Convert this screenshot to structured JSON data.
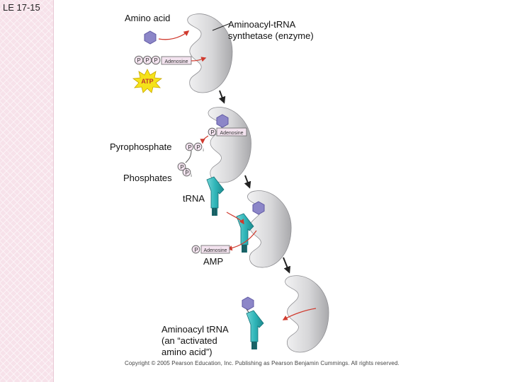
{
  "slide_label": "LE 17-15",
  "labels": {
    "amino_acid": "Amino acid",
    "synthetase_line1": "Aminoacyl-tRNA",
    "synthetase_line2": "synthetase (enzyme)",
    "pyrophosphate": "Pyrophosphate",
    "phosphates": "Phosphates",
    "trna": "tRNA",
    "amp": "AMP",
    "product_line1": "Aminoacyl tRNA",
    "product_line2": "(an “activated",
    "product_line3": "amino acid”)"
  },
  "molecule_text": {
    "phosphate": "P",
    "phosphate_inorganic": "P",
    "subscript_i": "i",
    "adenosine": "Adenosine",
    "atp": "ATP"
  },
  "copyright": "Copyright © 2005 Pearson Education, Inc. Publishing as Pearson Benjamin Cummings. All rights reserved.",
  "colors": {
    "enzyme": "#d4d4d6",
    "amino_acid": "#8c86c8",
    "trna": "#2fb5b8",
    "trna_stem": "#1f6f73",
    "arrow_red": "#d03a2e",
    "atp_burst": "#f5e21a",
    "phosphate_fill": "#f3e3ef",
    "panel_pink": "#f7e2ea"
  }
}
